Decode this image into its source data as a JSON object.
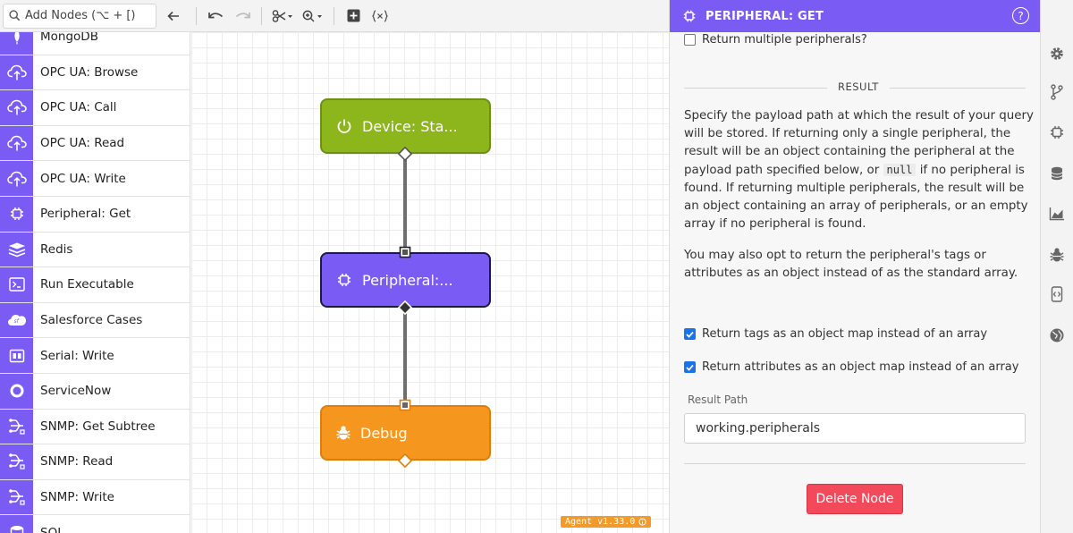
{
  "toolbar": {
    "search_placeholder": "Add Nodes (⌥ + [)",
    "icons": [
      "search-icon",
      "back-arrow-icon",
      "undo-icon",
      "redo-icon",
      "scissors-icon",
      "zoom-icon",
      "add-box-icon",
      "variables-icon"
    ]
  },
  "palette": {
    "items": [
      {
        "label": "MongoDB",
        "icon": "leaf-icon"
      },
      {
        "label": "OPC UA: Browse",
        "icon": "cloud-upload-icon"
      },
      {
        "label": "OPC UA: Call",
        "icon": "cloud-upload-icon"
      },
      {
        "label": "OPC UA: Read",
        "icon": "cloud-upload-icon"
      },
      {
        "label": "OPC UA: Write",
        "icon": "cloud-upload-icon"
      },
      {
        "label": "Peripheral: Get",
        "icon": "chip-icon"
      },
      {
        "label": "Redis",
        "icon": "layers-icon"
      },
      {
        "label": "Run Executable",
        "icon": "terminal-icon"
      },
      {
        "label": "Salesforce Cases",
        "icon": "salesforce-icon"
      },
      {
        "label": "Serial: Write",
        "icon": "serial-icon"
      },
      {
        "label": "ServiceNow",
        "icon": "servicenow-icon"
      },
      {
        "label": "SNMP: Get Subtree",
        "icon": "network-icon"
      },
      {
        "label": "SNMP: Read",
        "icon": "network-icon"
      },
      {
        "label": "SNMP: Write",
        "icon": "network-icon"
      },
      {
        "label": "SQL",
        "icon": "database-icon"
      }
    ]
  },
  "canvas": {
    "nodes": [
      {
        "label": "Device: Sta...",
        "icon": "power-icon",
        "color": "#8db51c"
      },
      {
        "label": "Peripheral:...",
        "icon": "chip-icon",
        "color": "#7a5cf5"
      },
      {
        "label": "Debug",
        "icon": "bug-icon",
        "color": "#f5961e"
      }
    ],
    "agent_version": "Agent v1.33.0"
  },
  "panel": {
    "title": "PERIPHERAL: GET",
    "help": "?",
    "return_multiple": {
      "label": "Return multiple peripherals?",
      "checked": false
    },
    "section_title": "RESULT",
    "para1_a": "Specify the payload path at which the result of your query will be stored. If returning only a single peripheral, the result will be an object containing the peripheral at the payload path specified below, or",
    "para1_code": "null",
    "para1_b": "if no peripheral is found. If returning multiple peripherals, the result will be an object containing an array of peripherals, or an empty array if no peripheral is found.",
    "para2": "You may also opt to return the peripheral's tags or attributes as an object instead of as the standard array.",
    "return_tags": {
      "label": "Return tags as an object map instead of an array",
      "checked": true
    },
    "return_attributes": {
      "label": "Return attributes as an object map instead of an array",
      "checked": true
    },
    "result_path_label": "Result Path",
    "result_path_value": "working.peripherals",
    "delete_label": "Delete Node"
  },
  "rail": {
    "icons": [
      "gear-icon",
      "branch-icon",
      "chip-icon",
      "database-icon",
      "chart-icon",
      "bug-icon",
      "code-icon",
      "globe-icon"
    ]
  },
  "colors": {
    "accent": "#7a5cf5",
    "device": "#8db51c",
    "debug": "#f5961e",
    "danger": "#f24a5a",
    "checkbox": "#1a73e8"
  }
}
